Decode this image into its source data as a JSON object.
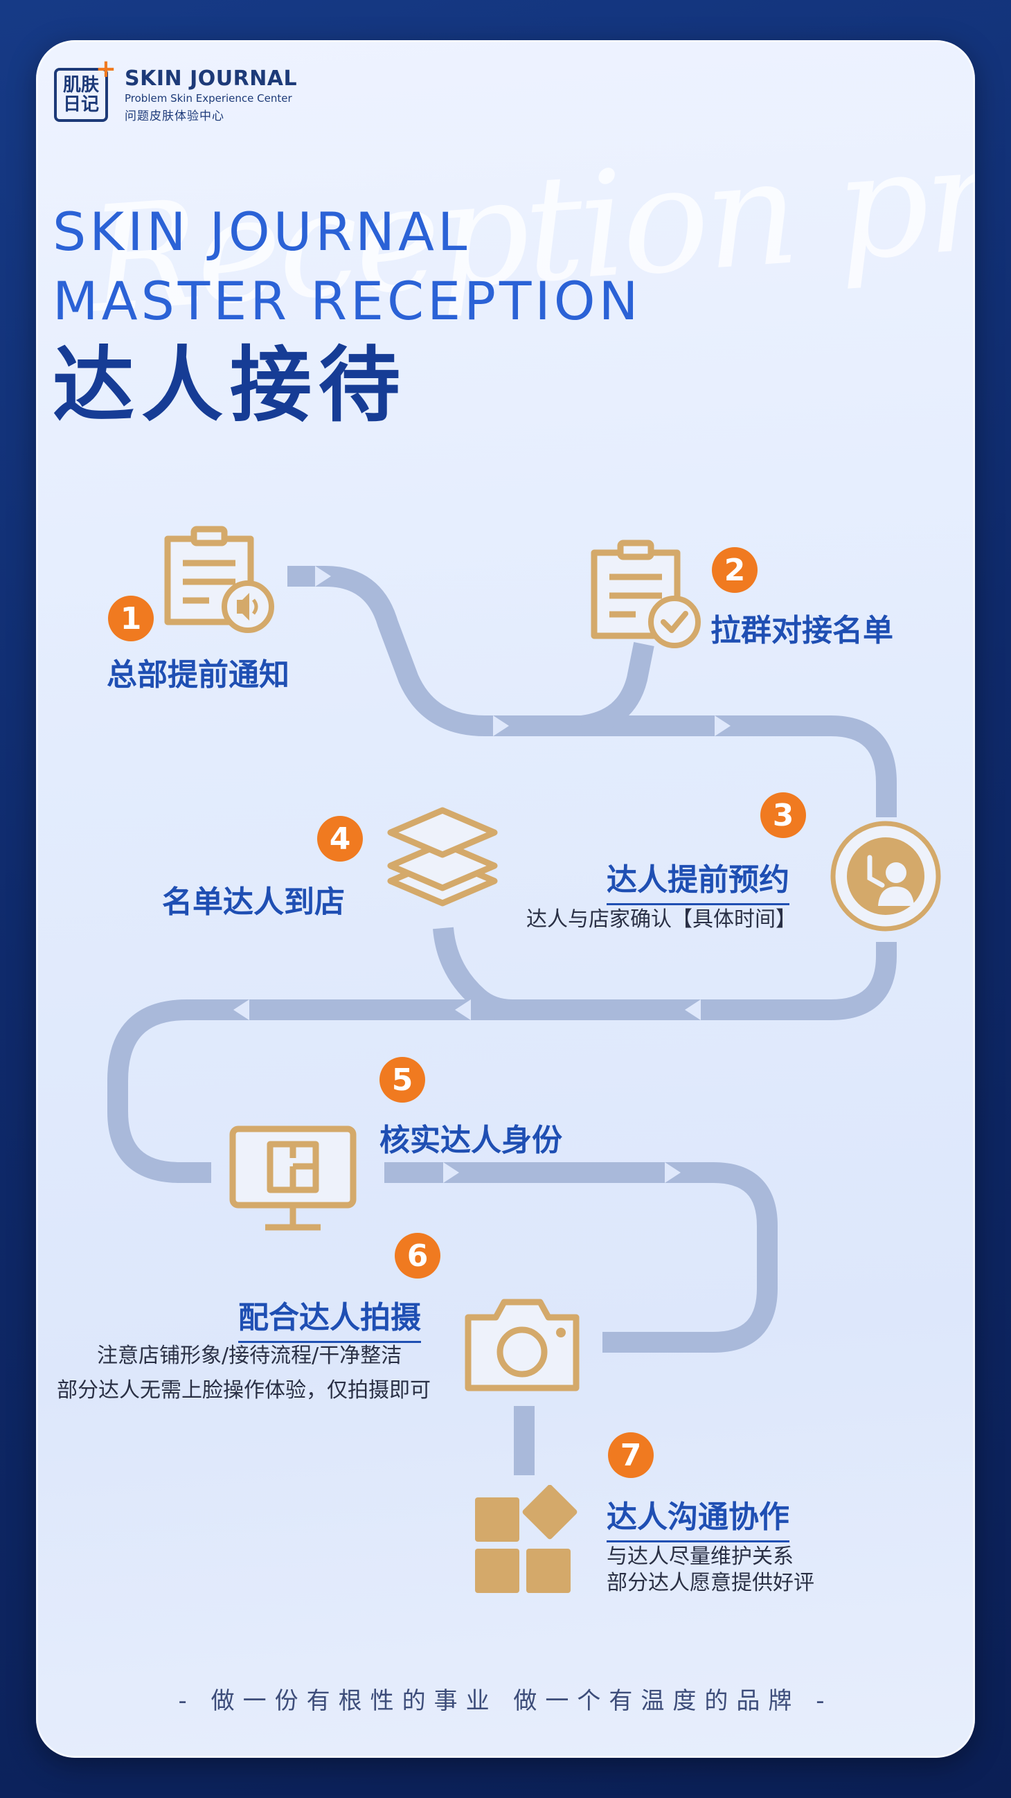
{
  "brand": {
    "logo_cn_top": "肌肤",
    "logo_cn_bottom": "日记",
    "name": "SKIN JOURNAL",
    "subtitle": "Problem Skin Experience Center",
    "cn_name": "问题皮肤体验中心"
  },
  "background_script": "Reception process",
  "header": {
    "line1": "SKIN JOURNAL",
    "line2": "MASTER RECEPTION",
    "title_cn": "达人接待"
  },
  "steps": [
    {
      "num": "1",
      "title": "总部提前通知",
      "icon": "document-speaker-icon"
    },
    {
      "num": "2",
      "title": "拉群对接名单",
      "icon": "document-check-icon"
    },
    {
      "num": "3",
      "title": "达人提前预约",
      "desc": "达人与店家确认【具体时间】",
      "icon": "clock-person-icon"
    },
    {
      "num": "4",
      "title": "名单达人到店",
      "icon": "layers-icon"
    },
    {
      "num": "5",
      "title": "核实达人身份",
      "icon": "monitor-icon"
    },
    {
      "num": "6",
      "title": "配合达人拍摄",
      "desc1": "注意店铺形象/接待流程/干净整洁",
      "desc2": "部分达人无需上脸操作体验，仅拍摄即可",
      "icon": "camera-icon"
    },
    {
      "num": "7",
      "title": "达人沟通协作",
      "desc1": "与达人尽量维护关系",
      "desc2": "部分达人愿意提供好评",
      "icon": "apps-grid-icon"
    }
  ],
  "footer": "- 做一份有根性的事业  做一个有温度的品牌 -",
  "colors": {
    "accent": "#f07a20",
    "primary": "#1f4fb3",
    "track": "#a9b9da",
    "icon_gold": "#d4a96a"
  }
}
